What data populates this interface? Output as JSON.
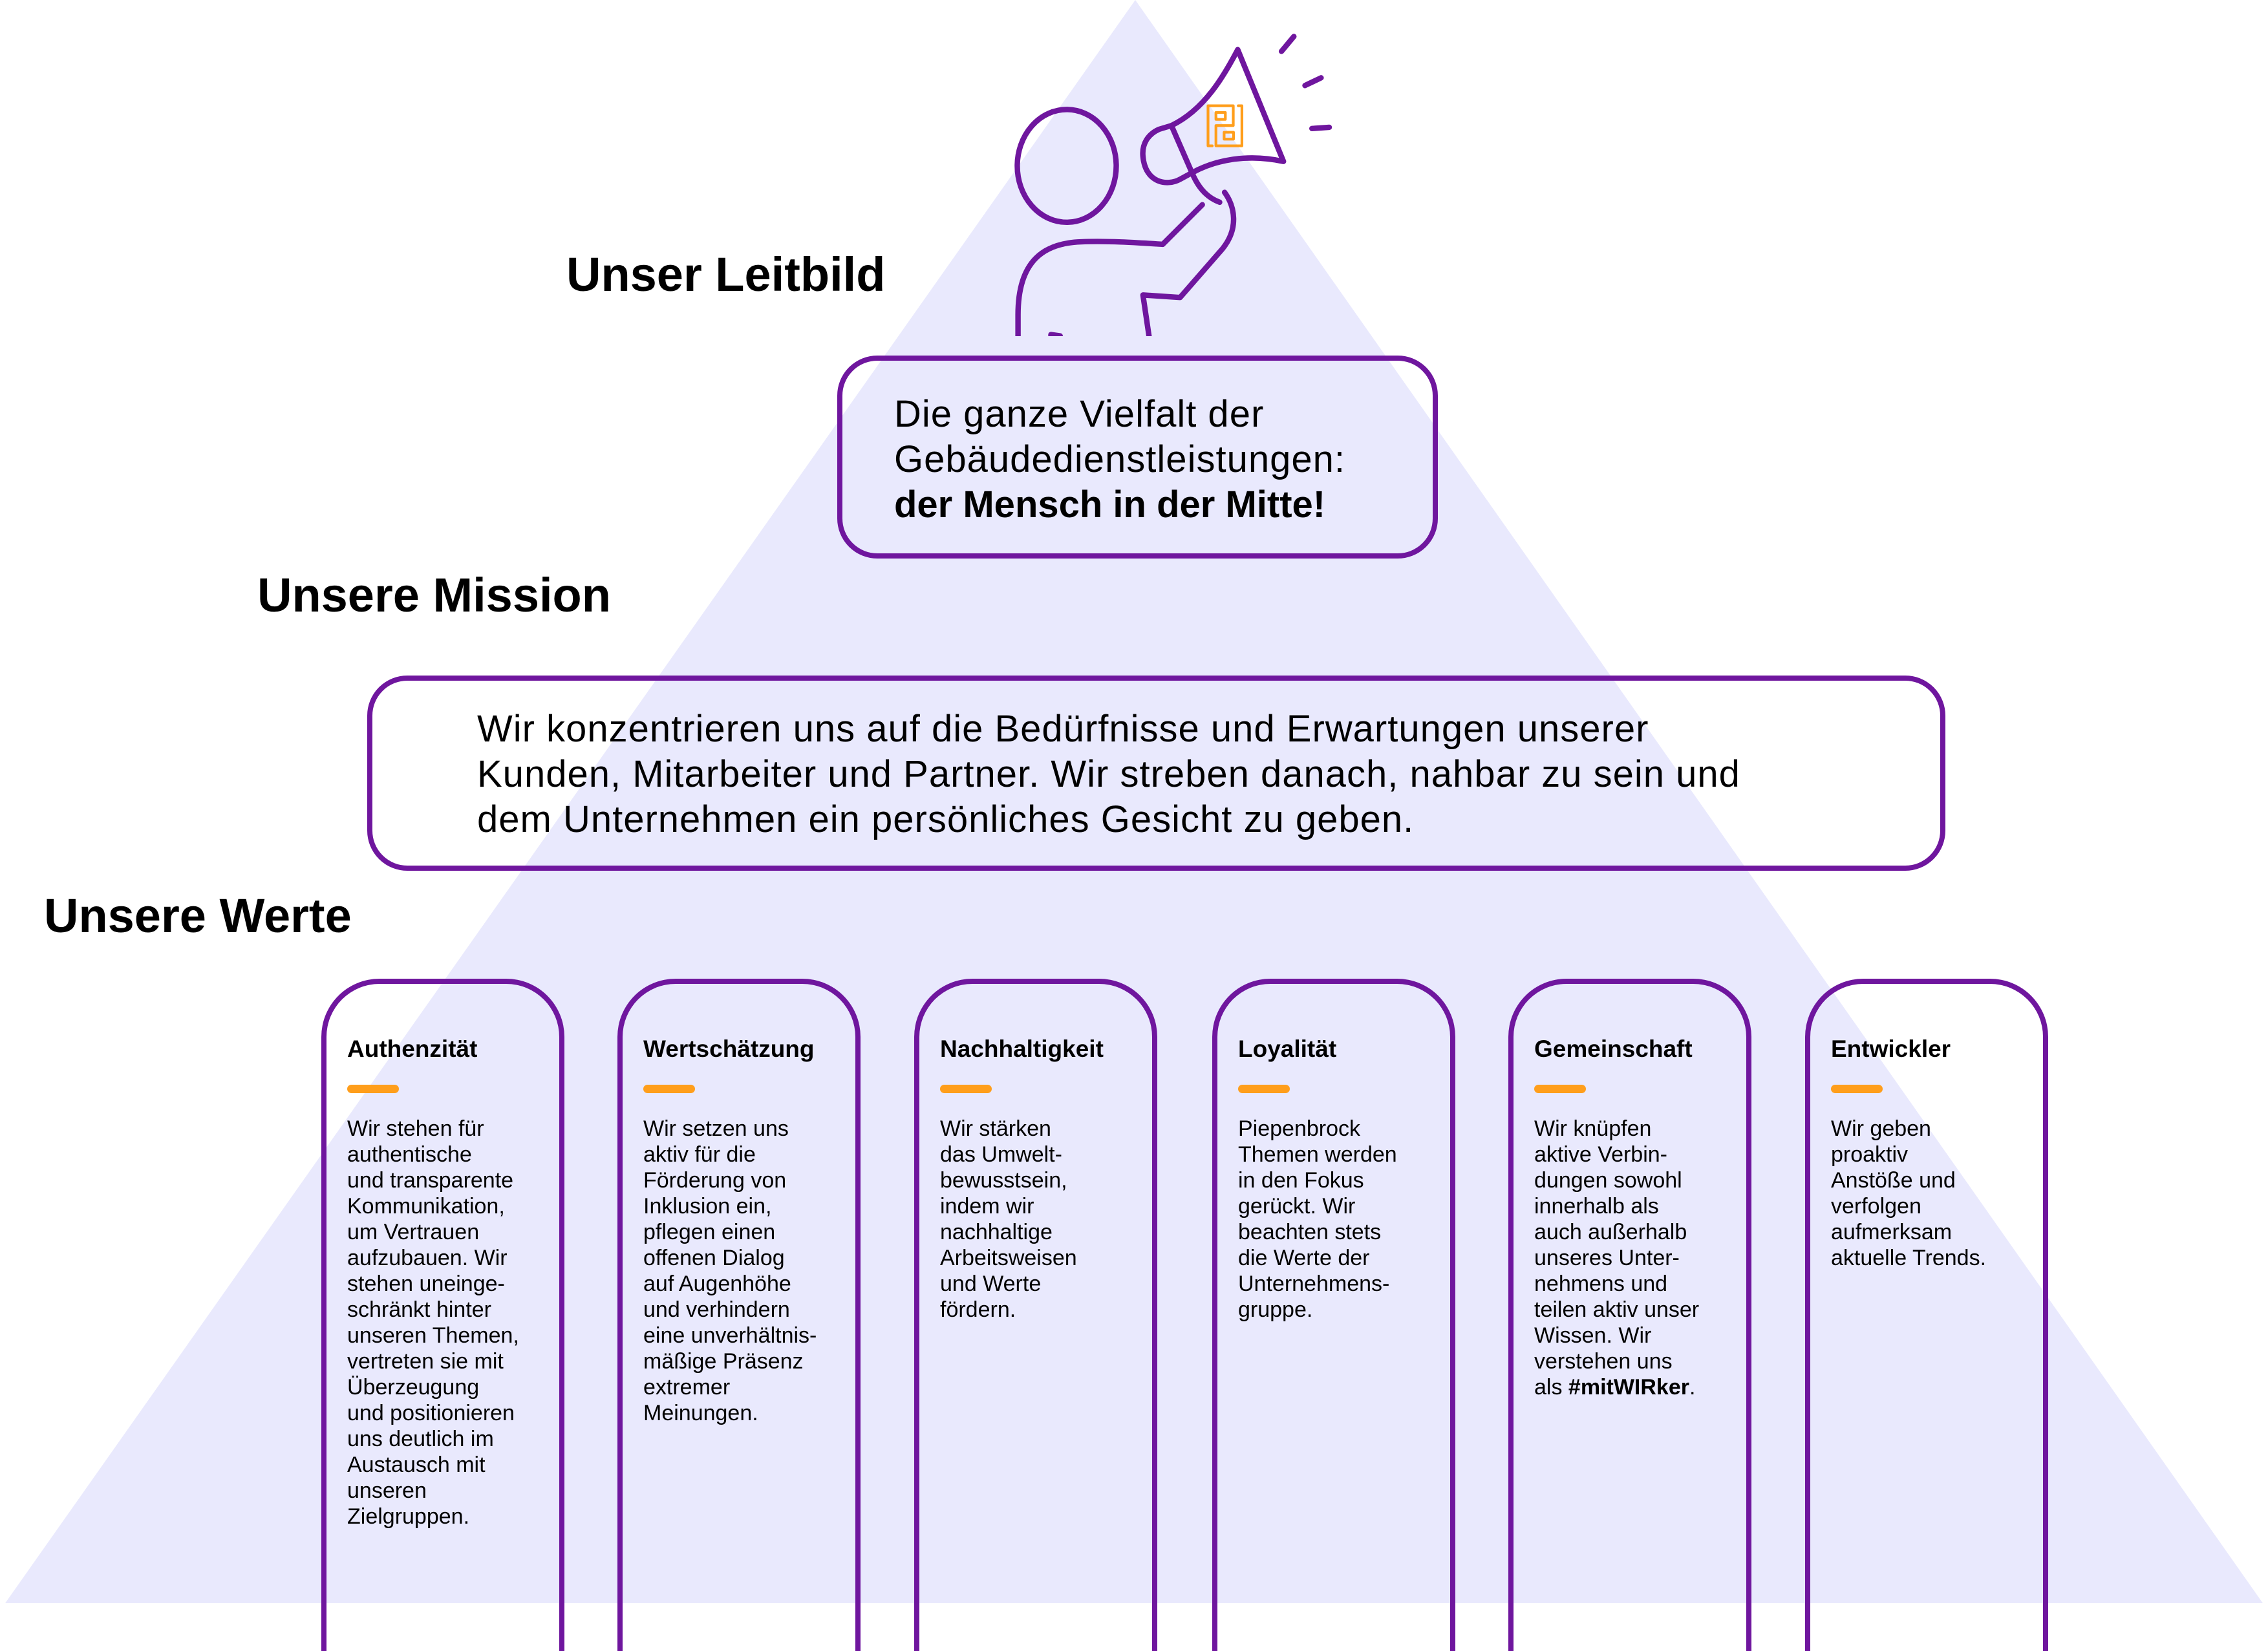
{
  "colors": {
    "triangle": "#e9e9fd",
    "accent": "#6f169e",
    "bar": "#ff9e1b"
  },
  "icon": "megaphone-person-icon",
  "leitbild": {
    "title": "Unser Leitbild",
    "line1": "Die ganze Vielfalt der",
    "line2": "Gebäudedienstleistungen:",
    "line3": "der Mensch in der Mitte!"
  },
  "mission": {
    "title": "Unsere Mission",
    "line1": "Wir konzentrieren uns auf die Bedürfnisse und Erwartungen unserer",
    "line2": "Kunden, Mitarbeiter und Partner. Wir streben danach, nahbar zu sein und",
    "line3": "dem Unternehmen ein persönliches Gesicht zu geben."
  },
  "werte": {
    "title": "Unsere Werte",
    "cards": [
      {
        "title": "Authenzität",
        "lines": [
          "Wir stehen für",
          "authentische",
          "und transparente",
          "Kommunikation,",
          "um Vertrauen",
          "aufzubauen. Wir",
          "stehen uneinge-",
          "schränkt hinter",
          "unseren Themen,",
          "vertreten sie mit",
          "Überzeugung",
          "und positionieren",
          "uns deutlich im",
          "Austausch mit",
          "unseren",
          "Zielgruppen."
        ]
      },
      {
        "title": "Wertschätzung",
        "lines": [
          "Wir setzen uns",
          "aktiv für die",
          "Förderung von",
          "Inklusion ein,",
          "pflegen einen",
          "offenen Dialog",
          "auf Augenhöhe",
          "und verhindern",
          "eine unverhältnis-",
          "mäßige Präsenz",
          "extremer",
          "Meinungen."
        ]
      },
      {
        "title": "Nachhaltigkeit",
        "lines": [
          "Wir stärken",
          "das Umwelt-",
          "bewusstsein,",
          "indem wir",
          "nachhaltige",
          "Arbeitsweisen",
          "und Werte",
          "fördern."
        ]
      },
      {
        "title": "Loyalität",
        "lines": [
          "Piepenbrock",
          "Themen werden",
          "in den Fokus",
          "gerückt. Wir",
          "beachten stets",
          "die Werte der",
          "Unternehmens-",
          "gruppe."
        ]
      },
      {
        "title": "Gemeinschaft",
        "emphasis": "#mitWIRker",
        "lines": [
          "Wir knüpfen",
          "aktive Verbin-",
          "dungen sowohl",
          "innerhalb als",
          "auch außerhalb",
          "unseres Unter-",
          "nehmens und",
          "teilen aktiv unser",
          "Wissen. Wir",
          "verstehen uns",
          "als #mitWIRker."
        ]
      },
      {
        "title": "Entwickler",
        "lines": [
          "Wir geben",
          "proaktiv",
          "Anstöße und",
          "verfolgen",
          "aufmerksam",
          "aktuelle Trends."
        ]
      }
    ]
  }
}
